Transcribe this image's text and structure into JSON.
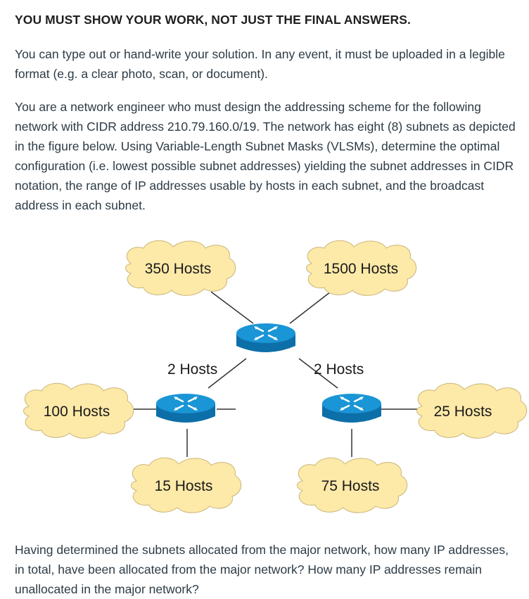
{
  "heading": "YOU MUST SHOW YOUR WORK, NOT JUST THE FINAL ANSWERS.",
  "paragraphs": {
    "p1": "You can type out or hand-write your solution. In any event, it must be uploaded in a legible format (e.g. a clear photo, scan, or document).",
    "p2": "You are a network engineer who must design the addressing scheme for the following network with CIDR address 210.79.160.0/19.  The network has eight (8) subnets as depicted in the figure below.  Using Variable-Length Subnet Masks (VLSMs), determine the optimal configuration (i.e. lowest possible subnet addresses) yielding the subnet addresses in CIDR notation, the range of IP addresses usable by hosts in each subnet, and the broadcast address in each subnet.",
    "p3": "Having determined the subnets allocated from the major network, how many IP addresses, in total, have been allocated from the major network?  How many IP addresses remain unallocated in the major network?"
  },
  "diagram": {
    "clouds": {
      "top_left": "350 Hosts",
      "top_right": "1500 Hosts",
      "left": "100 Hosts",
      "right": "25 Hosts",
      "bottom_left": "15 Hosts",
      "bottom_right": "75 Hosts"
    },
    "links": {
      "left_link": "2 Hosts",
      "right_link": "2 Hosts"
    },
    "colors": {
      "cloud_fill": "#fde9a8",
      "router_blue": "#1a95d6",
      "router_dark": "#0d6fa8"
    }
  }
}
